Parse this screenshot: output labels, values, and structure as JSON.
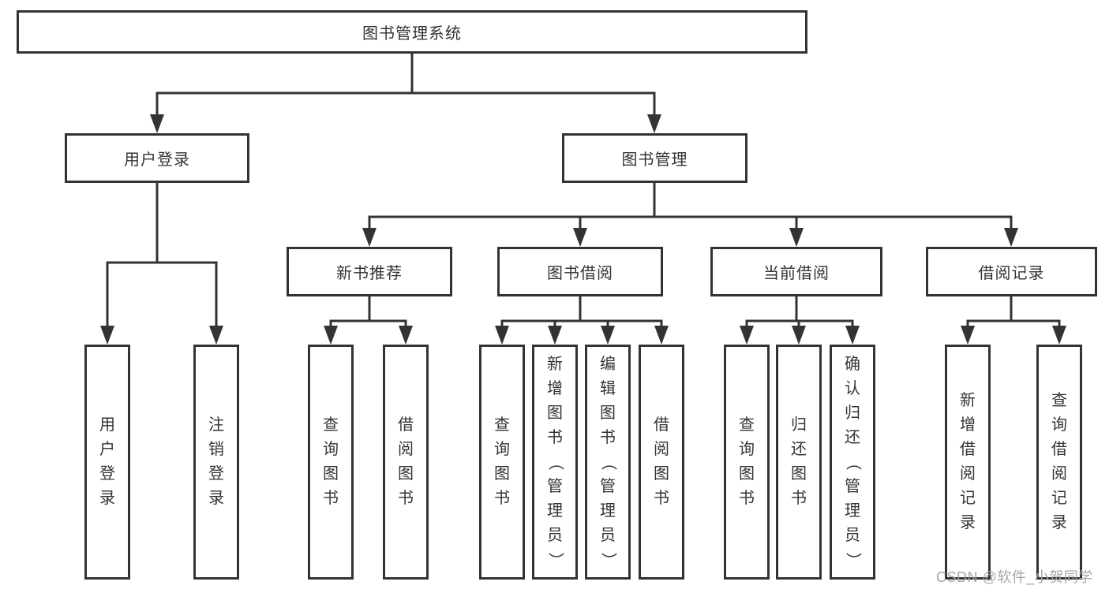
{
  "diagram": {
    "root": "图书管理系统",
    "level2": [
      "用户登录",
      "图书管理"
    ],
    "level3": [
      "新书推荐",
      "图书借阅",
      "当前借阅",
      "借阅记录"
    ],
    "leaves": {
      "user_login": [
        "用户登录",
        "注销登录"
      ],
      "new_book": [
        "查询图书",
        "借阅图书"
      ],
      "book_borrow": [
        "查询图书",
        "新增图书（管理员）",
        "编辑图书（管理员）",
        "借阅图书"
      ],
      "current_borrow": [
        "查询图书",
        "归还图书",
        "确认归还（管理员）"
      ],
      "borrow_record": [
        "新增借阅记录",
        "查询借阅记录"
      ]
    }
  },
  "watermark": "CSDN @软件_小贺同学",
  "colors": {
    "line": "#333333",
    "text": "#333333",
    "box_background": "#ffffff",
    "watermark": "#a6a6a6"
  }
}
